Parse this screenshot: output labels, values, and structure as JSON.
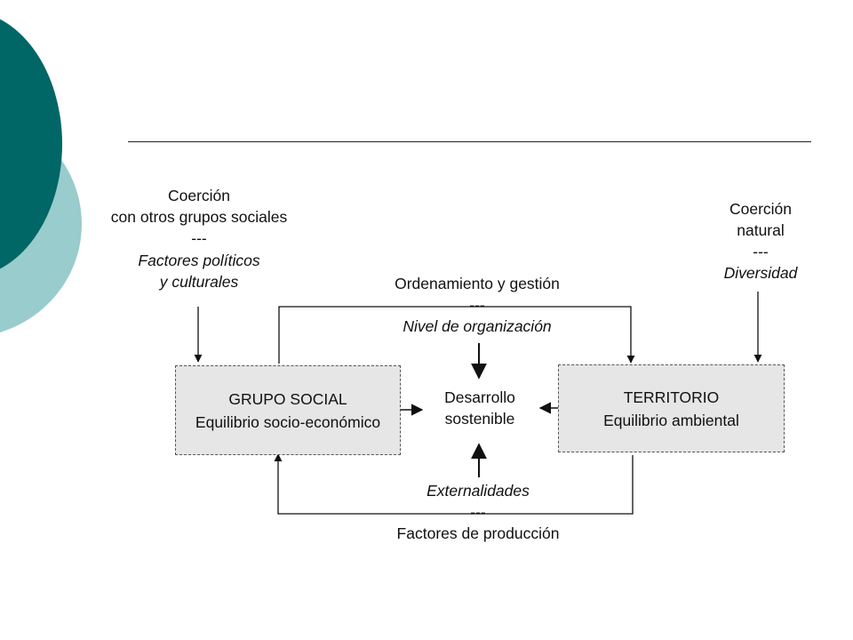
{
  "diagram": {
    "left_input": {
      "line1": "Coerción",
      "line2": "con otros grupos sociales",
      "sep": "---",
      "italic1": "Factores políticos",
      "italic2": "y culturales"
    },
    "right_input": {
      "line1": "Coerción",
      "line2": "natural",
      "sep": "---",
      "italic1": "Diversidad"
    },
    "top_flow": {
      "label": "Ordenamiento y gestión",
      "sep": "---",
      "italic": "Nivel de organización"
    },
    "bottom_flow": {
      "italic": "Externalidades",
      "sep": "---",
      "label": "Factores de producción"
    },
    "center": {
      "line1": "Desarrollo",
      "line2": "sostenible"
    },
    "grupo_social": {
      "title": "GRUPO SOCIAL",
      "subtitle": "Equilibrio socio-económico"
    },
    "territorio": {
      "title": "TERRITORIO",
      "subtitle": "Equilibrio ambiental"
    },
    "colors": {
      "teal_dark": "#006666",
      "teal_light": "#99cccc",
      "box_fill": "#e6e6e6"
    }
  }
}
